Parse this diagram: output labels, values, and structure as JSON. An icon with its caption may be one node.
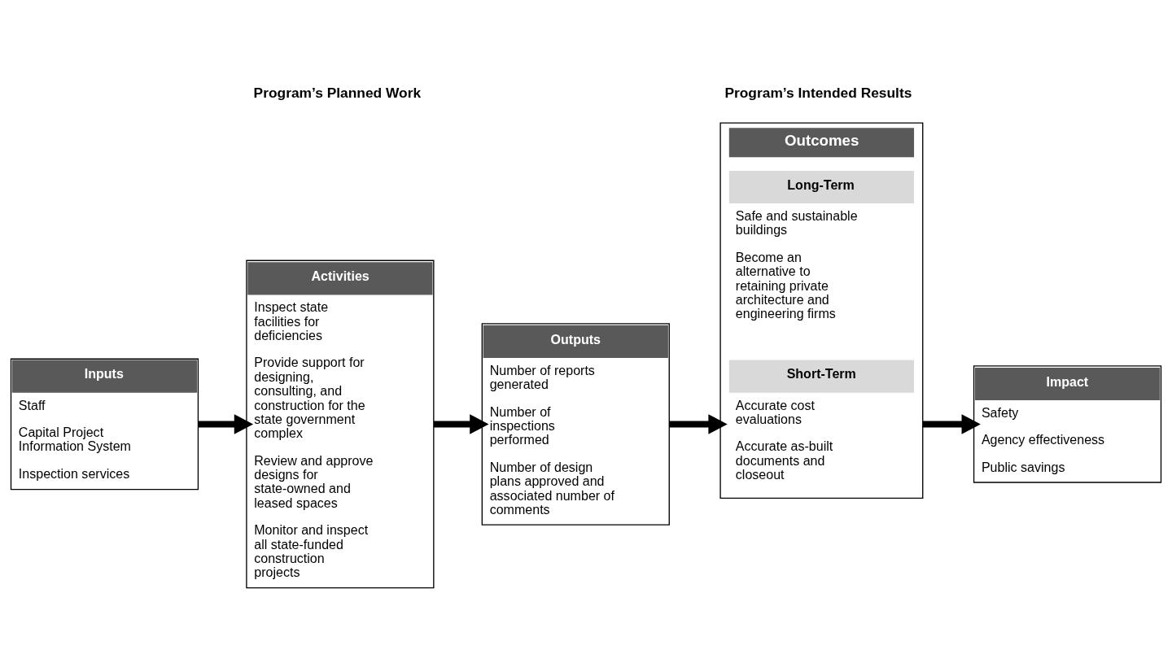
{
  "diagram": {
    "nodes": [
      {
        "text": [
          "Inputs",
          "Staff",
          "Capital Project Information System",
          "Inspection services"
        ]
      },
      {
        "text": [
          "Activities",
          "Inspect state facilities for deficiencies",
          "Provide support for designing, consulting, and construction for the state government complex",
          "Review and approve designs for state-owned and leased spaces",
          "Monitor and inspect all state-funded construction projects"
        ]
      },
      {
        "text": [
          "Outputs",
          "Number of reports generated",
          "Number of inspections performed",
          "Number of design plans approved and associated number of comments"
        ]
      },
      {
        "text": [
          "Outcomes"
        ]
      },
      {
        "text": [
          "Short-Term",
          "Accurate cost evaluations",
          "Accurate as-built documents and closeout"
        ],
        "in": 3
      },
      {
        "text": [
          "Long-Term",
          "Safe and sustainable buildings",
          "Become an alternative to retaining private architecture and engineering firms"
        ],
        "in": 3
      },
      {
        "text": [
          "Impact",
          "Safety",
          "Agency effectiveness",
          "Public savings"
        ]
      }
    ],
    "edges": [
      {
        "from": 0,
        "to": 1,
        "arrow": "to"
      },
      {
        "from": 1,
        "to": 2,
        "arrow": "to"
      },
      {
        "from": 2,
        "to": 3,
        "arrow": "to"
      },
      {
        "from": 3,
        "to": 6,
        "arrow": "to"
      }
    ],
    "labels": [
      "Program’s Planned Work",
      "Program’s Intended Results"
    ]
  }
}
